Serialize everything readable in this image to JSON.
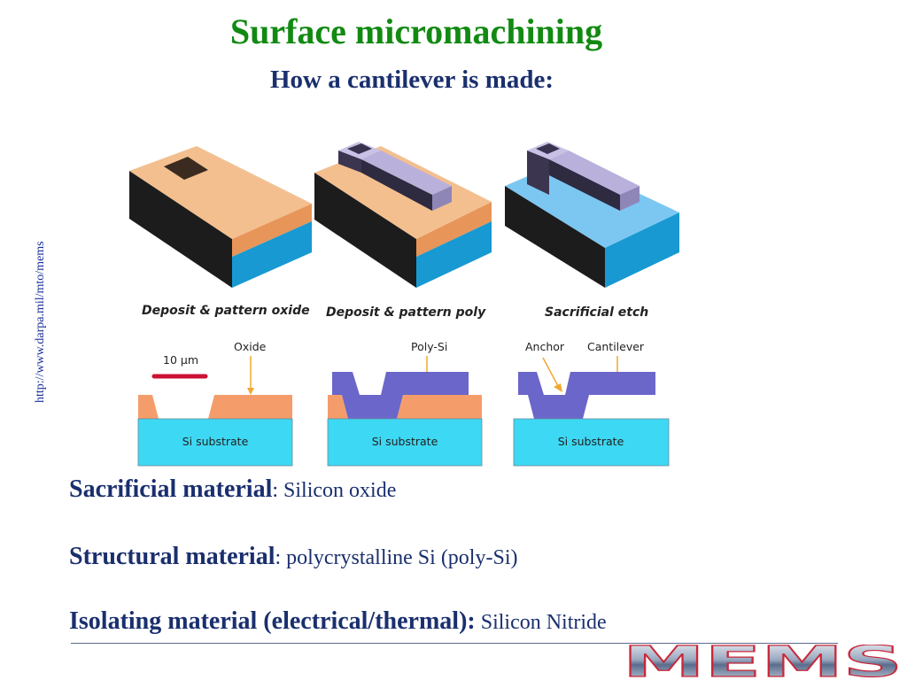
{
  "header": {
    "title": "Surface micromachining",
    "subtitle": "How a cantilever is made:"
  },
  "side_url": "http://www.darpa.mil/mto/mems",
  "figure": {
    "steps": [
      "Deposit & pattern oxide",
      "Deposit & pattern poly",
      "Sacrificial etch"
    ],
    "scale_label": "10 µm",
    "labels": {
      "oxide": "Oxide",
      "poly": "Poly-Si",
      "anchor": "Anchor",
      "cantilever": "Cantilever"
    },
    "substrate_label": "Si substrate",
    "colors": {
      "oxide": "#f3bf8f",
      "oxide_side": "#e8955a",
      "poly": "#b9b1dc",
      "poly_2d": "#6b66c9",
      "substrate_2d": "#3dd8f3",
      "substrate_3d": "#1899d2",
      "arrow": "#f0a830",
      "scale_bar": "#cc1133"
    }
  },
  "bullets": [
    {
      "key": "Sacrificial material",
      "value": "Silicon oxide"
    },
    {
      "key": "Structural material",
      "value": "polycrystalline Si (poly-Si)"
    },
    {
      "key": "Isolating material (electrical/thermal):",
      "value": "Silicon Nitride"
    }
  ],
  "logo_text": "MEMS"
}
